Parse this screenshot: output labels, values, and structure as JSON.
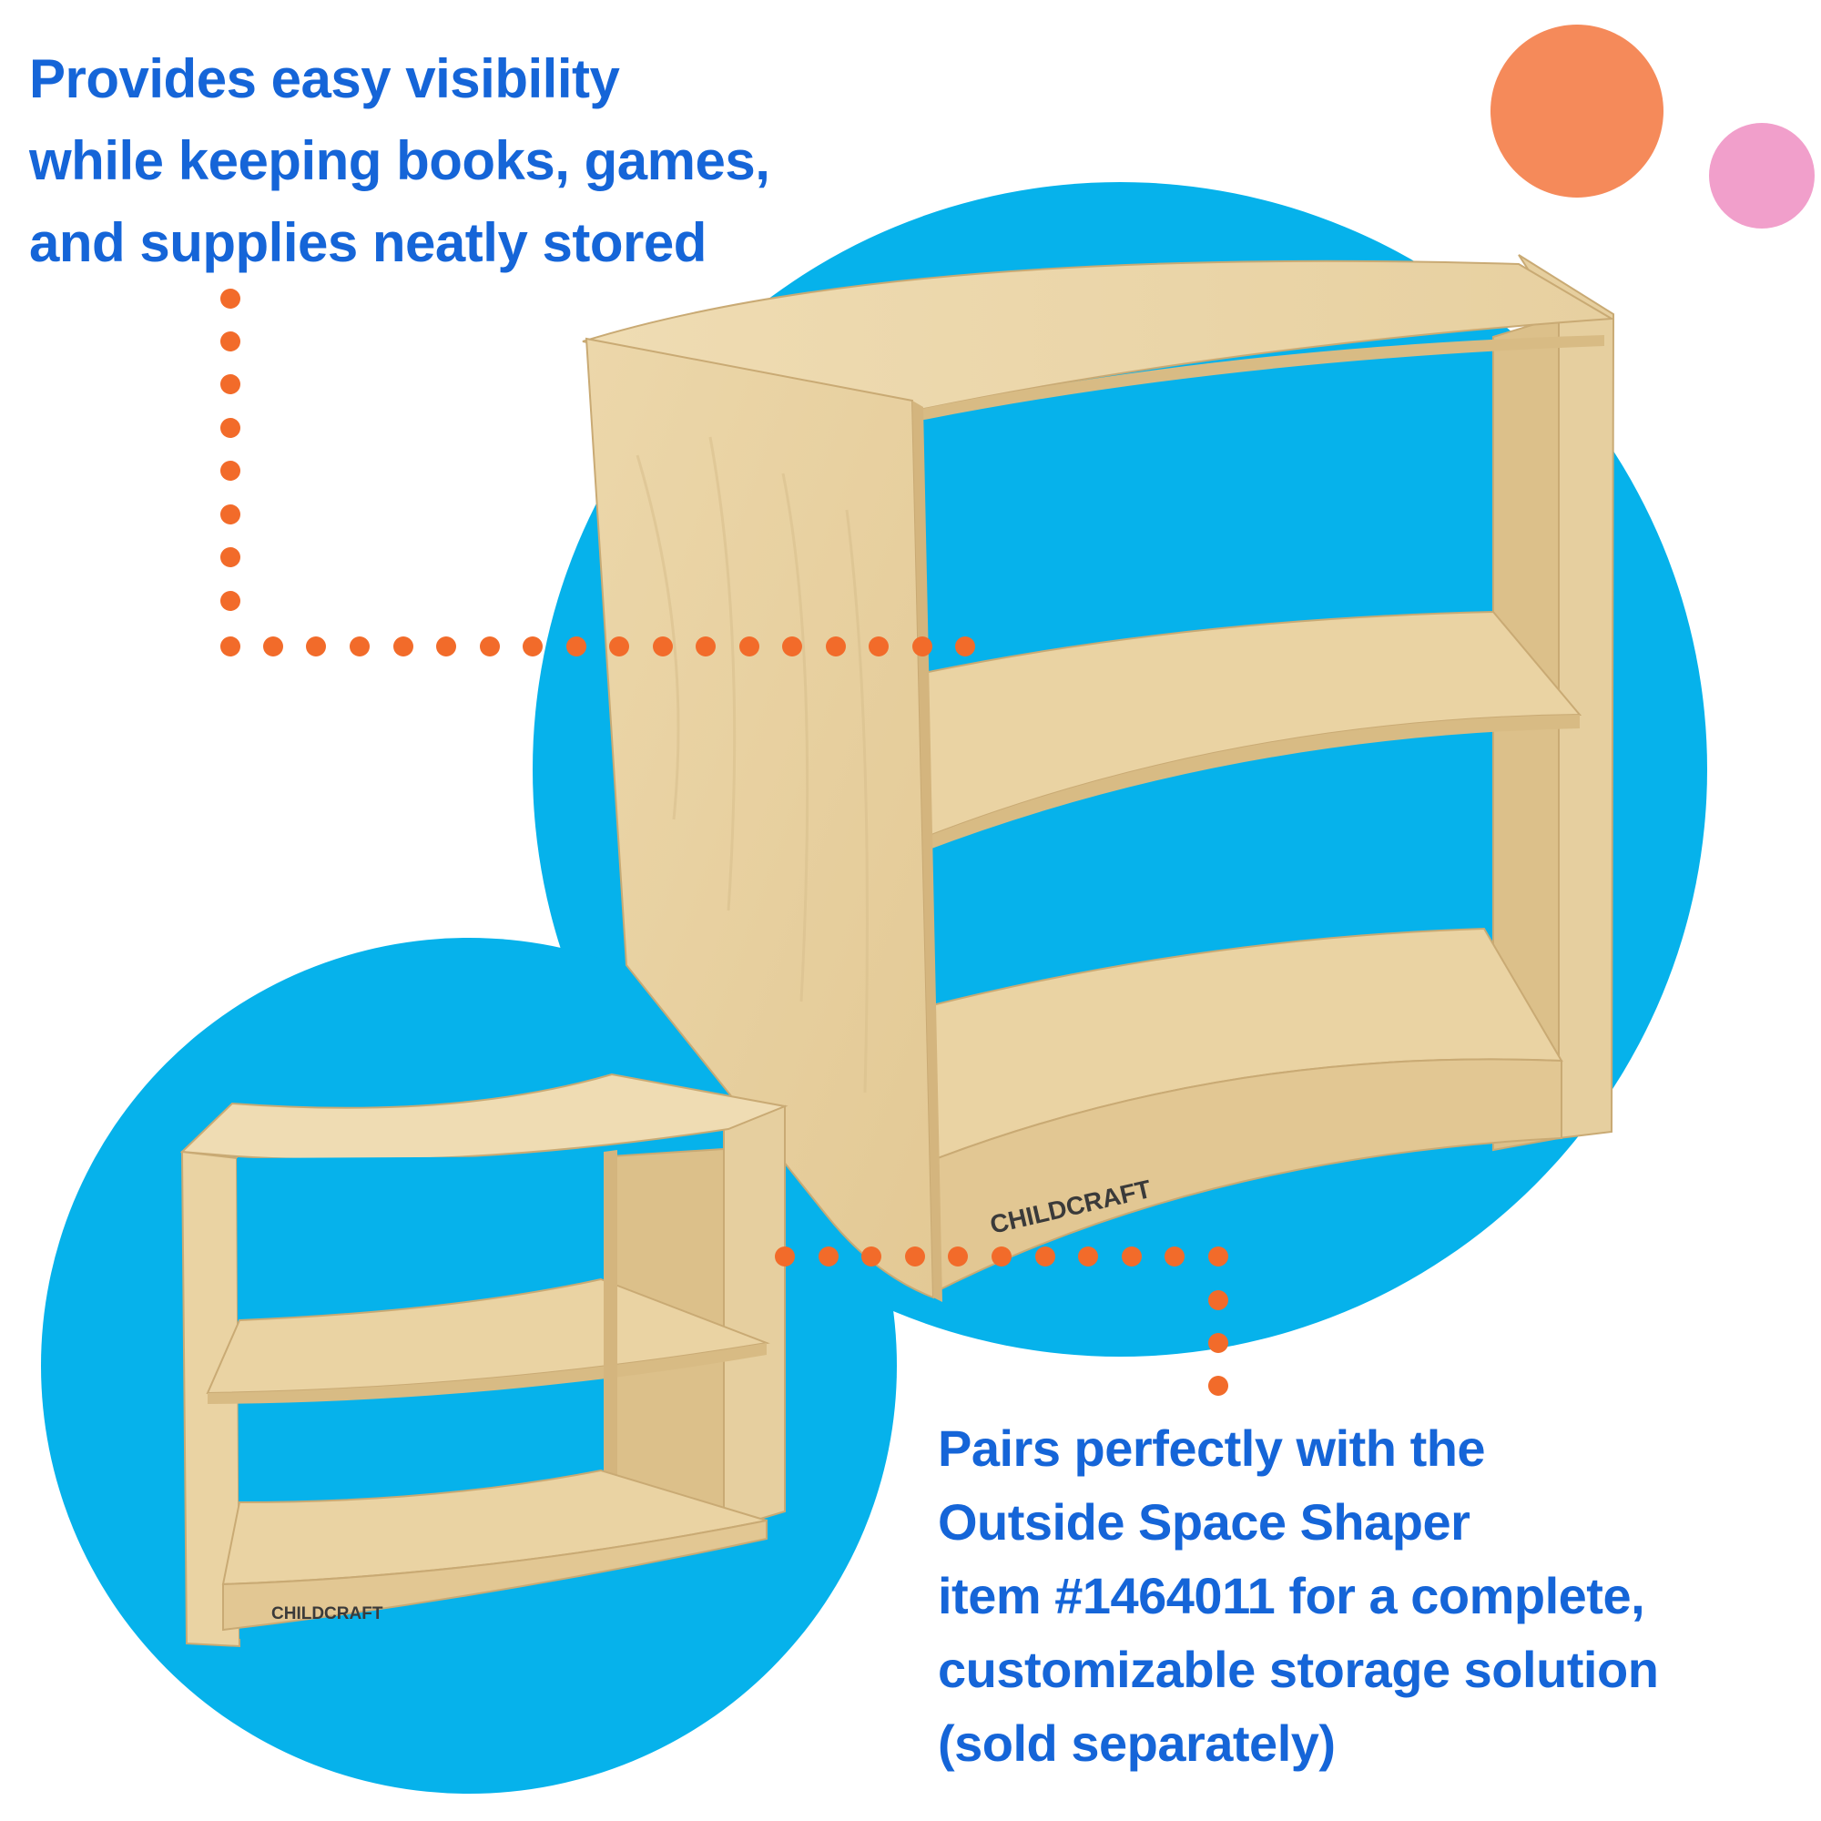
{
  "callout_top": {
    "lines": [
      "Provides easy visibility",
      "while keeping books, games,",
      "and supplies neatly stored"
    ]
  },
  "callout_bottom": {
    "lines": [
      "Pairs perfectly with the",
      "Outside Space Shaper",
      "item #1464011 for a complete,",
      "customizable storage solution",
      "(sold separately)"
    ]
  },
  "brand": {
    "shelf_logo": "CHILDCRAFT"
  },
  "colors": {
    "headline": "#1565d8",
    "backdrop_blue": "#06b2eb",
    "dot_orange": "#f26b2a",
    "accent_orange": "#f58a5a",
    "accent_pink": "#f19fcb",
    "wood": "#e9d3a5"
  }
}
